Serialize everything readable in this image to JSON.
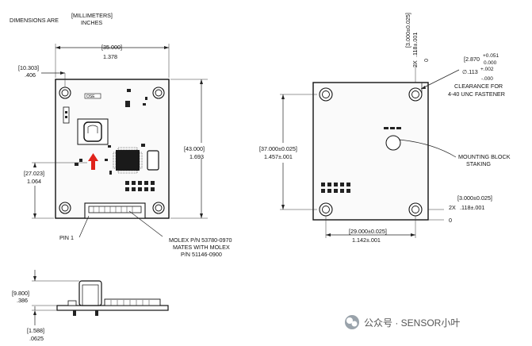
{
  "header": {
    "line1": "DIMENSIONS ARE",
    "unit_mm": "[MILLIMETERS]",
    "unit_in": "INCHES"
  },
  "front": {
    "width_mm": "[35.000]",
    "width_in": "1.378",
    "hole_x_mm": "[10.303]",
    "hole_x_in": ".406",
    "height_mm": "[43.000]",
    "height_in": "1.693",
    "sensor_y_mm": "[27.023]",
    "sensor_y_in": "1.064",
    "pin1": "PIN 1",
    "molex_1": "MOLEX P/N 53780-0970",
    "molex_2": "MATES WITH MOLEX",
    "molex_3": "P/N 51146-0900",
    "silk_label": "OSE"
  },
  "back": {
    "top_hole_mm": "[3.000±0.025]",
    "top_hole_prefix": "2X",
    "top_hole_in": ".118±.001",
    "top_zero": "0",
    "clear_mm": "[2.870",
    "clear_mm_plus": "+0.051",
    "clear_mm_minus": "0.000",
    "clear_dia": "∅.113",
    "clear_in_plus": "+.002",
    "clear_in_minus": "-.000",
    "clear_1": "CLEARANCE FOR",
    "clear_2": "4-40 UNC FASTENER",
    "height_mm": "[37.000±0.025]",
    "height_in": "1.457±.001",
    "mount_1": "MOUNTING BLOCK",
    "mount_2": "STAKING",
    "width_mm": "[29.000±0.025]",
    "width_in": "1.142±.001",
    "bot_hole_mm": "[3.000±0.025]",
    "bot_hole_prefix": "2X",
    "bot_hole_in": ".118±.001",
    "bot_zero": "0"
  },
  "side": {
    "height_mm": "[9.800]",
    "height_in": ".386",
    "thick_mm": "[1.588]",
    "thick_in": ".0625"
  },
  "watermark": {
    "text": "公众号 · SENSOR小叶"
  }
}
